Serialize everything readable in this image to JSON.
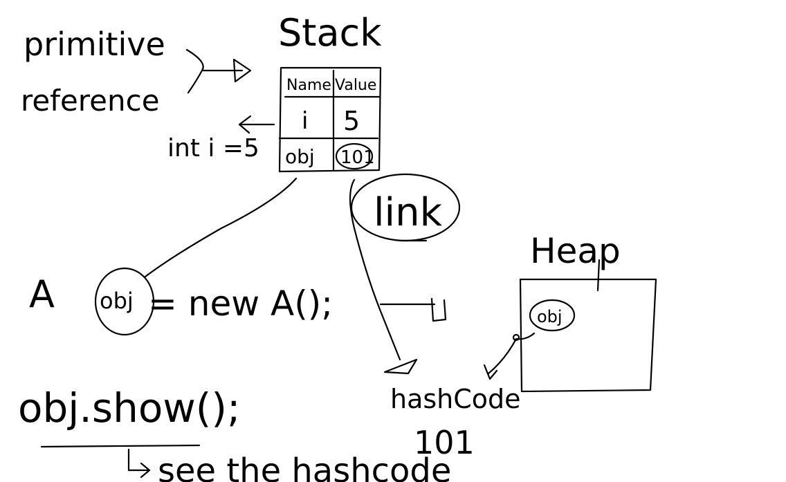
{
  "labels": {
    "primitive": "primitive",
    "reference": "reference",
    "stack_title": "Stack",
    "heap_title": "Heap",
    "int_decl": "int i =5",
    "link": "link",
    "class_name": "A",
    "obj_circled": "obj",
    "assignment": "= new A();",
    "heap_obj": "obj",
    "hashcode": "hashCode",
    "hashcode_value": "101",
    "method_call": "obj.show();",
    "see_hashcode": "see the hashcode"
  },
  "stack_table": {
    "headers": [
      "Name",
      "Value"
    ],
    "rows": [
      [
        "i",
        "5"
      ],
      [
        "obj",
        "101"
      ]
    ]
  },
  "colors": {
    "ink": "#000000",
    "background": "#ffffff"
  }
}
